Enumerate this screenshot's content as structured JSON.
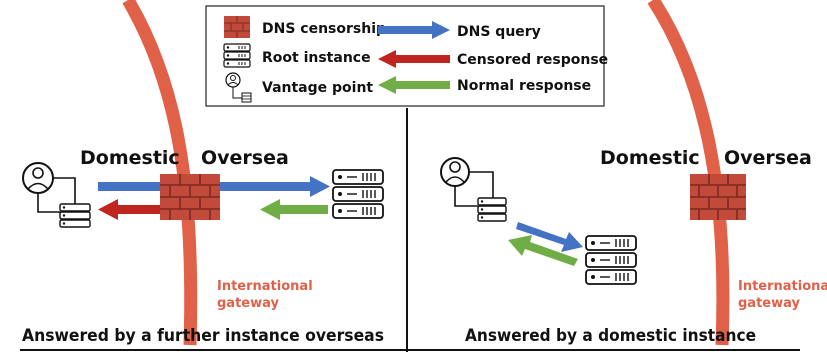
{
  "legend": {
    "dns_censorship": "DNS censorship",
    "root_instance": "Root instance",
    "vantage_point": "Vantage point",
    "dns_query": "DNS query",
    "censored_response": "Censored response",
    "normal_response": "Normal response"
  },
  "left_panel": {
    "label_domestic": "Domestic",
    "label_oversea": "Oversea",
    "gateway_line1": "International",
    "gateway_line2": "gateway",
    "caption": "Answered by a further instance overseas"
  },
  "right_panel": {
    "label_domestic": "Domestic",
    "label_oversea": "Oversea",
    "gateway_line1": "International",
    "gateway_line2": "gateway",
    "caption": "Answered by a domestic instance"
  },
  "colors": {
    "gateway_curve": "#e06048",
    "firewall": "#c24a3b",
    "firewall_mortar": "#7a2a20",
    "query_arrow": "#4472c4",
    "censored_arrow": "#c0241f",
    "normal_arrow": "#70ad47",
    "gateway_text": "#e06048"
  }
}
